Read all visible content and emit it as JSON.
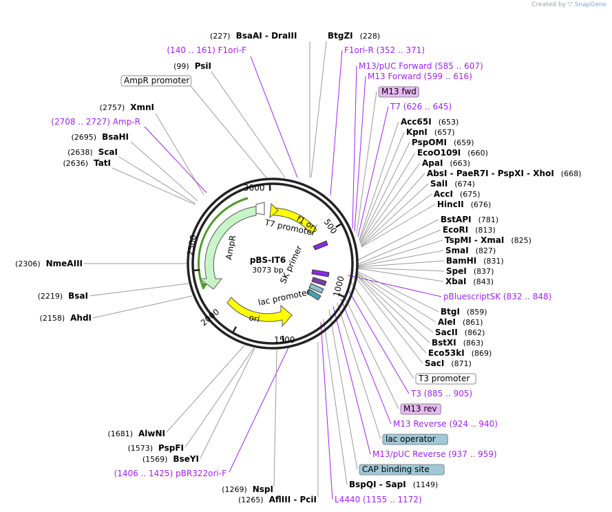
{
  "credit": {
    "prefix": "Created by",
    "brand": "SnapGene"
  },
  "plasmid": {
    "name": "pBS-IT6",
    "size": "3073 bp"
  },
  "colors": {
    "primer": "#a020f0",
    "feature_fill": "#e8b8f5",
    "operator_fill": "#9fc9d6",
    "green": "#4c9a2a",
    "yellow": "#ffff00"
  },
  "ticks": [
    {
      "label": "3000"
    },
    {
      "label": "500"
    },
    {
      "label": "2500"
    },
    {
      "label": "1000"
    },
    {
      "label": "2000"
    },
    {
      "label": "1500"
    }
  ],
  "inner_labels": {
    "f1ori": "f1 ori",
    "ampr": "AmpR",
    "t7promoter": "T7 promoter",
    "skprimer": "SK primer",
    "lacpromoter": "lac promoter",
    "ori": "ori"
  },
  "top_sites": [
    {
      "left": "(227)",
      "name": "BsaAI - DraIII",
      "right": ""
    },
    {
      "name": "BtgZI",
      "right": "(228)"
    }
  ],
  "left_labels": [
    {
      "type": "primer",
      "text": "(140 .. 161)  F1ori-F"
    },
    {
      "type": "site",
      "pos": "(99)",
      "name": "PsiI"
    },
    {
      "type": "box",
      "text": "AmpR promoter"
    },
    {
      "type": "site",
      "pos": "(2757)",
      "name": "XmnI"
    },
    {
      "type": "primer",
      "text": "(2708 .. 2727)  Amp-R"
    },
    {
      "type": "site",
      "pos": "(2695)",
      "name": "BsaHI"
    },
    {
      "type": "site",
      "pos": "(2638)",
      "name": "ScaI"
    },
    {
      "type": "site",
      "pos": "(2636)",
      "name": "TatI"
    },
    {
      "type": "site",
      "pos": "(2306)",
      "name": "NmeAIII"
    },
    {
      "type": "site",
      "pos": "(2219)",
      "name": "BsaI"
    },
    {
      "type": "site",
      "pos": "(2158)",
      "name": "AhdI"
    },
    {
      "type": "site",
      "pos": "(1681)",
      "name": "AlwNI"
    },
    {
      "type": "site",
      "pos": "(1573)",
      "name": "PspFI"
    },
    {
      "type": "site",
      "pos": "(1569)",
      "name": "BseYI"
    },
    {
      "type": "primer",
      "text": "(1406 .. 1425)  pBR322ori-F"
    },
    {
      "type": "site",
      "pos": "(1269)",
      "name": "NspI"
    },
    {
      "type": "site",
      "pos": "(1265)",
      "name": "AflIII - PciI"
    }
  ],
  "right_labels": [
    {
      "type": "primer",
      "text": "F1ori-R    (352 .. 371)"
    },
    {
      "type": "primer",
      "text": "M13/pUC Forward    (585 .. 607)"
    },
    {
      "type": "primer",
      "text": "M13 Forward    (599 .. 616)"
    },
    {
      "type": "box",
      "text": "M13 fwd"
    },
    {
      "type": "primer",
      "text": "T7    (626 .. 645)"
    },
    {
      "type": "site",
      "name": "Acc65I",
      "pos": "(653)"
    },
    {
      "type": "site",
      "name": "KpnI",
      "pos": "(657)"
    },
    {
      "type": "site",
      "name": "PspOMI",
      "pos": "(659)"
    },
    {
      "type": "site",
      "name": "EcoO109I",
      "pos": "(660)"
    },
    {
      "type": "site",
      "name": "ApaI",
      "pos": "(663)"
    },
    {
      "type": "site",
      "name": "AbsI - PaeR7I - PspXI - XhoI",
      "pos": "(668)"
    },
    {
      "type": "site",
      "name": "SalI",
      "pos": "(674)"
    },
    {
      "type": "site",
      "name": "AccI",
      "pos": "(675)"
    },
    {
      "type": "site",
      "name": "HincII",
      "pos": "(676)"
    },
    {
      "type": "site",
      "name": "BstAPI",
      "pos": "(781)"
    },
    {
      "type": "site",
      "name": "EcoRI",
      "pos": "(813)"
    },
    {
      "type": "site",
      "name": "TspMI - XmaI",
      "pos": "(825)"
    },
    {
      "type": "site",
      "name": "SmaI",
      "pos": "(827)"
    },
    {
      "type": "site",
      "name": "BamHI",
      "pos": "(831)"
    },
    {
      "type": "site",
      "name": "SpeI",
      "pos": "(837)"
    },
    {
      "type": "site",
      "name": "XbaI",
      "pos": "(843)"
    },
    {
      "type": "primer",
      "text": "pBluescriptSK    (832 .. 848)"
    },
    {
      "type": "site",
      "name": "BtgI",
      "pos": "(859)"
    },
    {
      "type": "site",
      "name": "AleI",
      "pos": "(861)"
    },
    {
      "type": "site",
      "name": "SacII",
      "pos": "(862)"
    },
    {
      "type": "site",
      "name": "BstXI",
      "pos": "(863)"
    },
    {
      "type": "site",
      "name": "Eco53kI",
      "pos": "(869)"
    },
    {
      "type": "site",
      "name": "SacI",
      "pos": "(871)"
    },
    {
      "type": "box",
      "text": "T3 promoter"
    },
    {
      "type": "primer",
      "text": "T3    (885 .. 905)"
    },
    {
      "type": "box",
      "text": "M13 rev"
    },
    {
      "type": "primer",
      "text": "M13 Reverse    (924 .. 940)"
    },
    {
      "type": "box",
      "text": "lac operator"
    },
    {
      "type": "primer",
      "text": "M13/pUC Reverse    (937 .. 959)"
    },
    {
      "type": "box",
      "text": "CAP binding site"
    },
    {
      "type": "site",
      "name": "BspQI - SapI",
      "pos": "(1149)"
    },
    {
      "type": "primer",
      "text": "L4440    (1155 .. 1172)"
    }
  ]
}
